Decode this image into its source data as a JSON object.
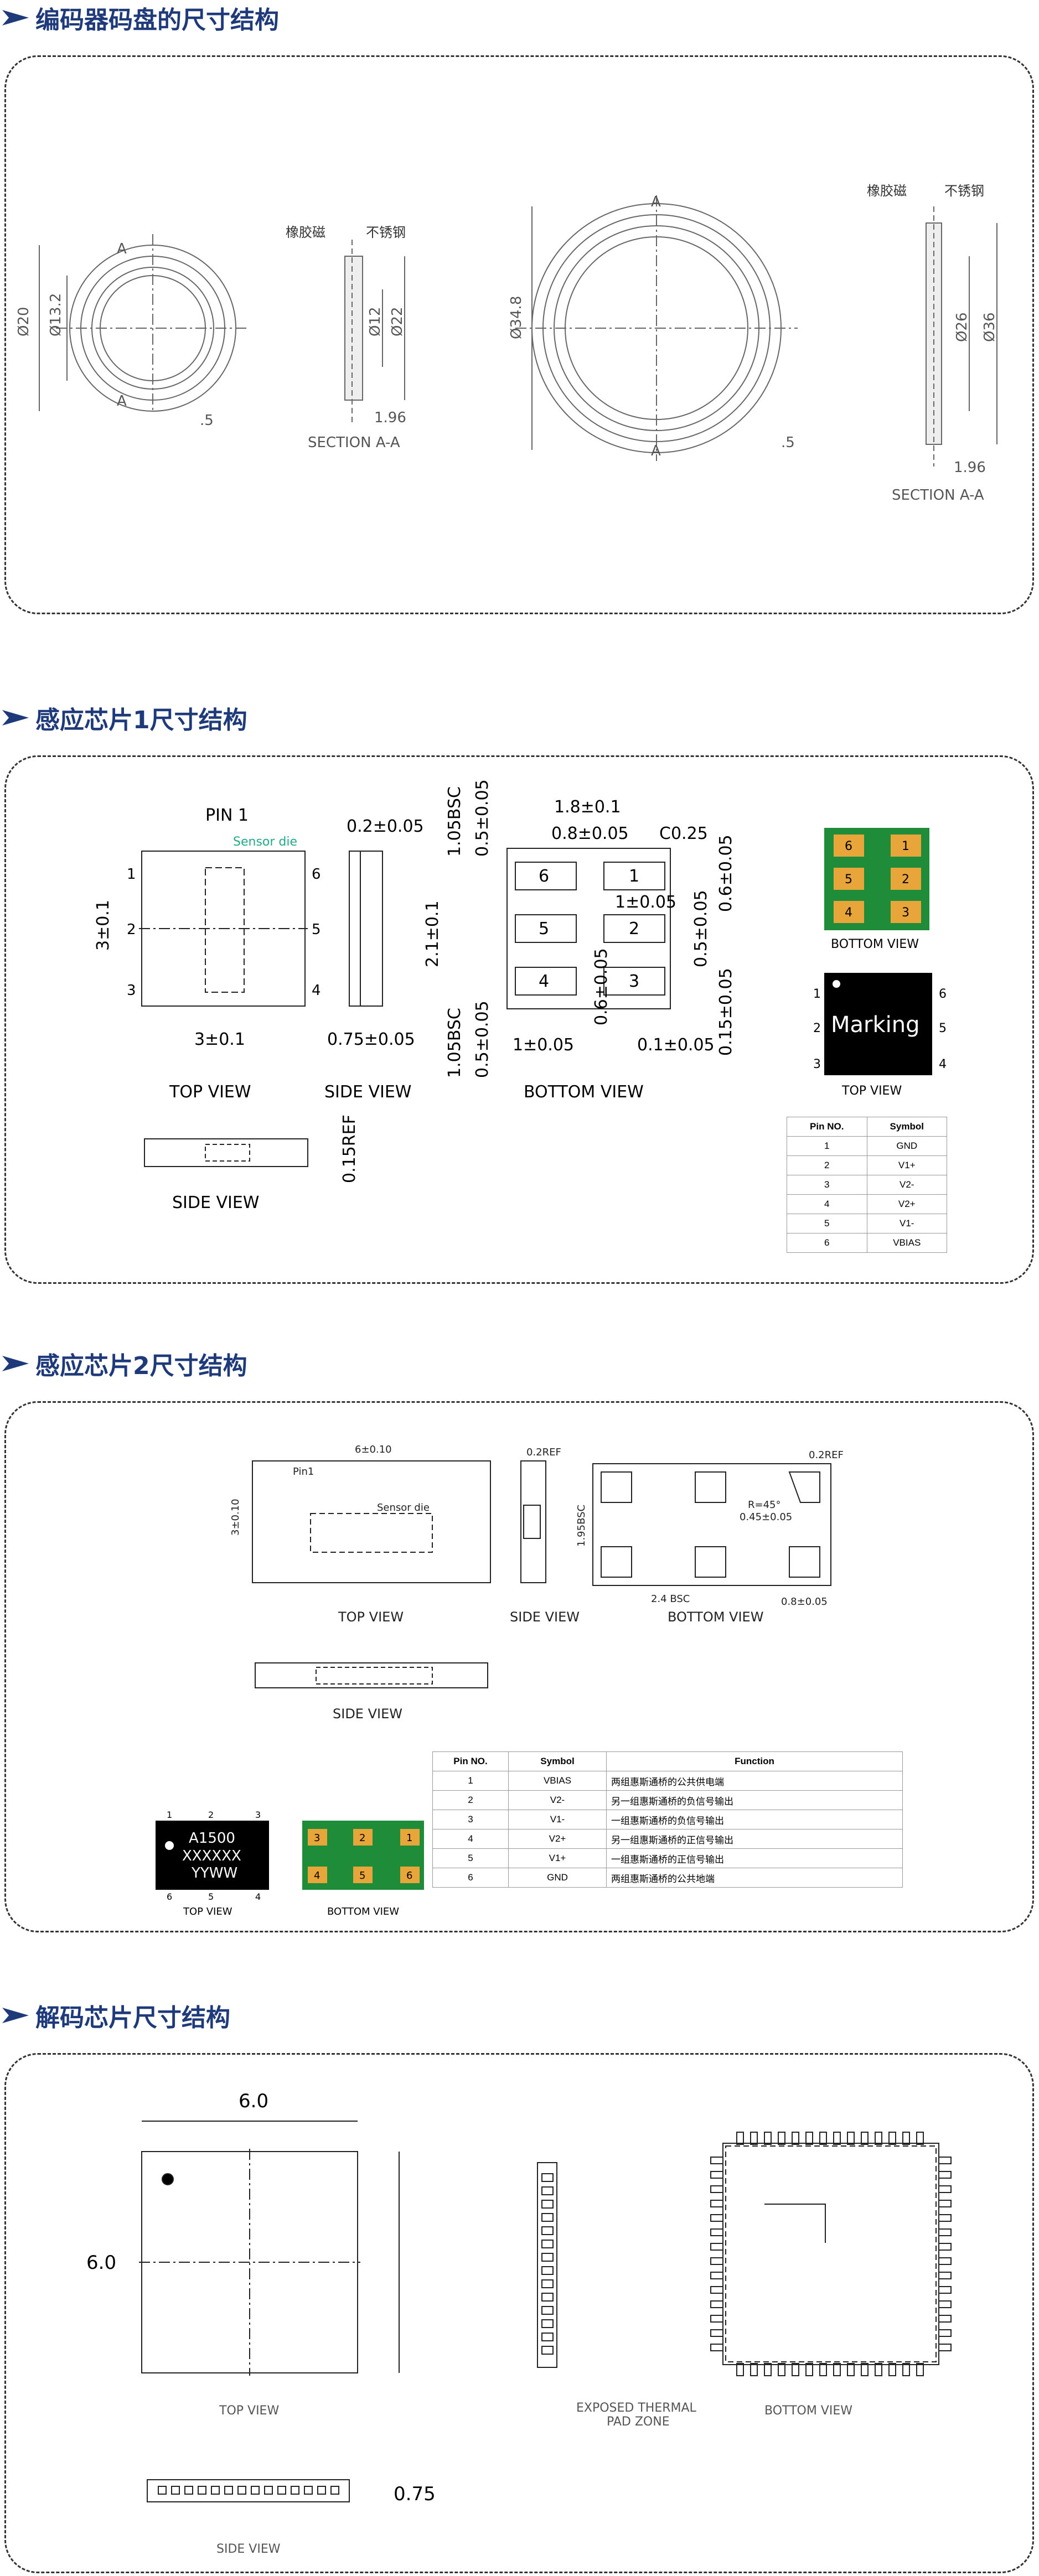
{
  "sections": [
    {
      "title": "编码器码盘的尺寸结构"
    },
    {
      "title": "感应芯片1尺寸结构"
    },
    {
      "title": "感应芯片2尺寸结构"
    },
    {
      "title": "解码芯片尺寸结构"
    }
  ],
  "disc": {
    "small": {
      "d_outer": "Ø20",
      "d_inner": "Ø13.2",
      "label_a": "A",
      "thick": ".5"
    },
    "small_section": {
      "rubber": "橡胶磁",
      "steel": "不锈钢",
      "d1": "Ø12",
      "d2": "Ø22",
      "width": "1.96",
      "caption": "SECTION A-A"
    },
    "large": {
      "d_outer": "Ø34.8",
      "label_a": "A",
      "thick": ".5"
    },
    "large_section": {
      "rubber": "橡胶磁",
      "steel": "不锈钢",
      "d1": "Ø26",
      "d2": "Ø36",
      "width": "1.96",
      "caption": "SECTION A-A"
    }
  },
  "chip1": {
    "top_view": {
      "pin1": "PIN 1",
      "sensor_die": "Sensor die",
      "height": "3±0.1",
      "width": "3±0.1",
      "pins_left": [
        "1",
        "2",
        "3"
      ],
      "pins_right": [
        "6",
        "5",
        "4"
      ],
      "caption": "TOP VIEW"
    },
    "side_view": {
      "thick": "0.2±0.05",
      "height": "0.75±0.05",
      "caption": "SIDE VIEW"
    },
    "bottom_view": {
      "pitch_top": "1.8±0.1",
      "pad_w": "0.8±0.05",
      "corner": "C0.25",
      "bsc1": "1.05BSC",
      "bsc2": "1.05BSC",
      "dim_a": "0.5±0.05",
      "dim_b": "0.5±0.05",
      "span": "2.1±0.1",
      "r1": "0.6±0.05",
      "r2": "0.5±0.05",
      "r3": "0.15±0.05",
      "c1": "1±0.05",
      "c2": "0.6±0.05",
      "pad_l": "1±0.05",
      "pad_r": "0.1±0.05",
      "pads": [
        "6",
        "1",
        "5",
        "2",
        "4",
        "3"
      ],
      "caption": "BOTTOM VIEW"
    },
    "side_view2": {
      "ref": "0.15REF",
      "caption": "SIDE VIEW"
    },
    "photo_bottom": {
      "pads": [
        "6",
        "1",
        "5",
        "2",
        "4",
        "3"
      ],
      "caption": "BOTTOM VIEW"
    },
    "photo_top": {
      "marking": "Marking",
      "pins_left": [
        "1",
        "2",
        "3"
      ],
      "pins_right": [
        "6",
        "5",
        "4"
      ],
      "caption": "TOP VIEW"
    },
    "table": {
      "headers": [
        "Pin NO.",
        "Symbol"
      ],
      "rows": [
        [
          "1",
          "GND"
        ],
        [
          "2",
          "V1+"
        ],
        [
          "3",
          "V2-"
        ],
        [
          "4",
          "V2+"
        ],
        [
          "5",
          "V1-"
        ],
        [
          "6",
          "VBIAS"
        ]
      ]
    }
  },
  "chip2": {
    "top_view": {
      "width": "6±0.10",
      "height": "3±0.10",
      "pin1": "Pin1",
      "die": "Sensor die",
      "caption": "TOP VIEW"
    },
    "side_view": {
      "ref": "0.2REF",
      "caption": "SIDE VIEW"
    },
    "bottom_view": {
      "ref": "0.2REF",
      "radius": "R=45°",
      "pad": "0.45±0.05",
      "pitch": "2.4 BSC",
      "pad_w": "0.8±0.05",
      "side": "1.95BSC",
      "caption": "BOTTOM VIEW"
    },
    "side_view2": {
      "caption": "SIDE VIEW"
    },
    "photo_top": {
      "lines": [
        "A1500",
        "XXXXXX",
        "YYWW"
      ],
      "pins_top": [
        "1",
        "2",
        "3"
      ],
      "pins_bottom": [
        "6",
        "5",
        "4"
      ],
      "caption": "TOP VIEW"
    },
    "photo_bottom": {
      "pads_top": [
        "3",
        "2",
        "1"
      ],
      "pads_bottom": [
        "4",
        "5",
        "6"
      ],
      "caption": "BOTTOM VIEW"
    },
    "table": {
      "headers": [
        "Pin NO.",
        "Symbol",
        "Function"
      ],
      "rows": [
        [
          "1",
          "VBIAS",
          "两组惠斯通桥的公共供电端"
        ],
        [
          "2",
          "V2-",
          "另一组惠斯通桥的负信号输出"
        ],
        [
          "3",
          "V1-",
          "一组惠斯通桥的负信号输出"
        ],
        [
          "4",
          "V2+",
          "另一组惠斯通桥的正信号输出"
        ],
        [
          "5",
          "V1+",
          "一组惠斯通桥的正信号输出"
        ],
        [
          "6",
          "GND",
          "两组惠斯通桥的公共地端"
        ]
      ]
    }
  },
  "decoder": {
    "top_view": {
      "width": "6.0",
      "height": "6.0",
      "caption": "TOP VIEW"
    },
    "side_view": {
      "thick": "0.75",
      "caption": "SIDE VIEW"
    },
    "bottom_view": {
      "zone": "EXPOSED THERMAL",
      "zone2": "PAD ZONE",
      "caption": "BOTTOM VIEW"
    }
  }
}
